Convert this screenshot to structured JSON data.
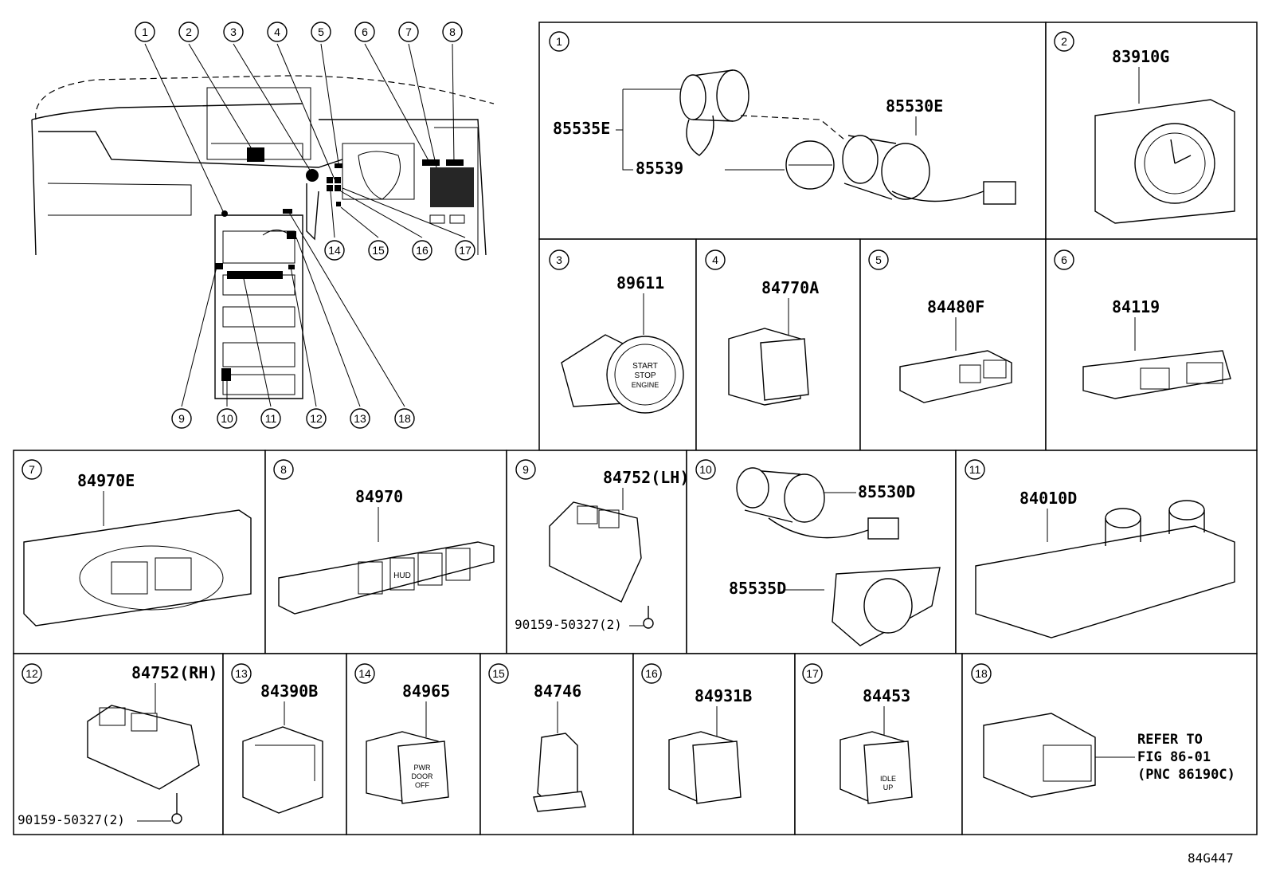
{
  "diagram_code": "84G447",
  "overview": {
    "callouts": [
      "1",
      "2",
      "3",
      "4",
      "5",
      "6",
      "7",
      "8",
      "9",
      "10",
      "11",
      "12",
      "13",
      "14",
      "15",
      "16",
      "17",
      "18"
    ]
  },
  "panels": [
    {
      "index": "1",
      "parts": [
        "85535E",
        "85539",
        "85530E"
      ]
    },
    {
      "index": "2",
      "parts": [
        "83910G"
      ]
    },
    {
      "index": "3",
      "parts": [
        "89611"
      ],
      "button_text": [
        "START",
        "STOP",
        "ENGINE"
      ]
    },
    {
      "index": "4",
      "parts": [
        "84770A"
      ]
    },
    {
      "index": "5",
      "parts": [
        "84480F"
      ]
    },
    {
      "index": "6",
      "parts": [
        "84119"
      ]
    },
    {
      "index": "7",
      "parts": [
        "84970E"
      ]
    },
    {
      "index": "8",
      "parts": [
        "84970"
      ],
      "button_text": [
        "HUD"
      ]
    },
    {
      "index": "9",
      "parts": [
        "84752(LH)",
        "90159-50327(2)"
      ]
    },
    {
      "index": "10",
      "parts": [
        "85530D",
        "85535D"
      ]
    },
    {
      "index": "11",
      "parts": [
        "84010D"
      ]
    },
    {
      "index": "12",
      "parts": [
        "84752(RH)",
        "90159-50327(2)"
      ]
    },
    {
      "index": "13",
      "parts": [
        "84390B"
      ]
    },
    {
      "index": "14",
      "parts": [
        "84965"
      ],
      "button_text": [
        "PWR",
        "DOOR",
        "OFF"
      ]
    },
    {
      "index": "15",
      "parts": [
        "84746"
      ]
    },
    {
      "index": "16",
      "parts": [
        "84931B"
      ]
    },
    {
      "index": "17",
      "parts": [
        "84453"
      ],
      "button_text": [
        "IDLE",
        "UP"
      ]
    },
    {
      "index": "18",
      "parts": [],
      "refer_note": [
        "REFER TO",
        "FIG 86-01",
        "(PNC 86190C)"
      ]
    }
  ]
}
